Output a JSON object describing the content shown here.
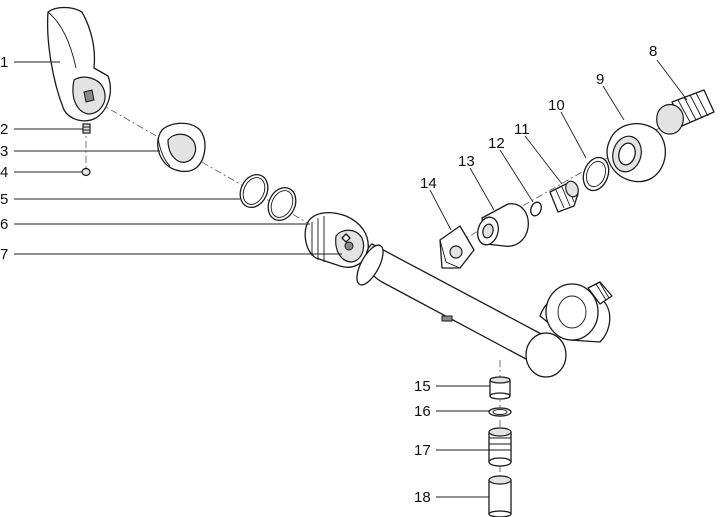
{
  "diagram": {
    "callouts": [
      {
        "id": "1",
        "label": "1"
      },
      {
        "id": "2",
        "label": "2"
      },
      {
        "id": "3",
        "label": "3"
      },
      {
        "id": "4",
        "label": "4"
      },
      {
        "id": "5",
        "label": "5"
      },
      {
        "id": "6",
        "label": "6"
      },
      {
        "id": "7",
        "label": "7"
      },
      {
        "id": "8",
        "label": "8"
      },
      {
        "id": "9",
        "label": "9"
      },
      {
        "id": "10",
        "label": "10"
      },
      {
        "id": "11",
        "label": "11"
      },
      {
        "id": "12",
        "label": "12"
      },
      {
        "id": "13",
        "label": "13"
      },
      {
        "id": "14",
        "label": "14"
      },
      {
        "id": "15",
        "label": "15"
      },
      {
        "id": "16",
        "label": "16"
      },
      {
        "id": "17",
        "label": "17"
      },
      {
        "id": "18",
        "label": "18"
      }
    ],
    "colors": {
      "line": "#1a1a1a",
      "background": "#ffffff",
      "shade": "#e3e3e3"
    }
  }
}
